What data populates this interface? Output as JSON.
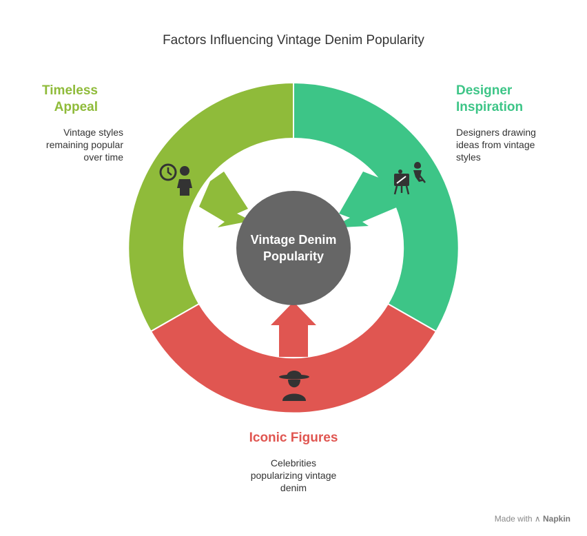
{
  "title": "Factors Influencing Vintage Denim Popularity",
  "center": {
    "line1": "Vintage Denim",
    "line2": "Popularity",
    "color": "#666666"
  },
  "segments": [
    {
      "heading_line1": "Timeless",
      "heading_line2": "Appeal",
      "description": [
        "Vintage styles",
        "remaining popular",
        "over time"
      ],
      "color": "#8fbb3a",
      "icon": "clock-person-icon"
    },
    {
      "heading_line1": "Designer",
      "heading_line2": "Inspiration",
      "description": [
        "Designers drawing",
        "ideas from vintage",
        "styles"
      ],
      "color": "#3dc587",
      "icon": "designer-easel-icon"
    },
    {
      "heading": "Iconic Figures",
      "description": [
        "Celebrities",
        "popularizing vintage",
        "denim"
      ],
      "color": "#e05651",
      "icon": "celebrity-hat-icon"
    }
  ],
  "footer": {
    "made_with": "Made with",
    "brand": "Napkin"
  }
}
